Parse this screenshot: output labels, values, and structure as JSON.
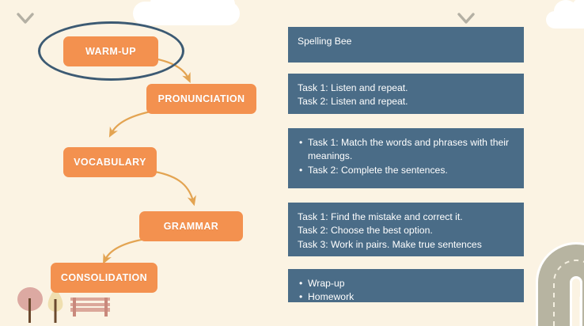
{
  "slide": {
    "background_color": "#fbf3e3",
    "accent_orange": "#f3914f",
    "accent_blue": "#4a6c87",
    "arrow_color": "#e3a452",
    "ellipse_color": "#3c5a73"
  },
  "chevrons": [
    {
      "name": "chevron-down-icon-left",
      "label": "chevron-down-icon"
    },
    {
      "name": "chevron-down-icon-right",
      "label": "chevron-down-icon"
    }
  ],
  "flow": {
    "highlighted_node": "WARM-UP",
    "nodes": [
      {
        "id": "warm-up",
        "label": "WARM-UP"
      },
      {
        "id": "pronunciation",
        "label": "PRONUNCIATION"
      },
      {
        "id": "vocabulary",
        "label": "VOCABULARY"
      },
      {
        "id": "grammar",
        "label": "GRAMMAR"
      },
      {
        "id": "consolidation",
        "label": "CONSOLIDATION"
      }
    ],
    "connectors": [
      {
        "from": "warm-up",
        "to": "pronunciation"
      },
      {
        "from": "pronunciation",
        "to": "vocabulary"
      },
      {
        "from": "vocabulary",
        "to": "grammar"
      },
      {
        "from": "grammar",
        "to": "consolidation"
      }
    ]
  },
  "panel": {
    "boxes": [
      {
        "id": "warm-up-content",
        "style": "plain",
        "lines": [
          "Spelling Bee"
        ]
      },
      {
        "id": "pronunciation-content",
        "style": "plain",
        "lines": [
          "Task 1: Listen and repeat.",
          "Task 2: Listen and repeat."
        ]
      },
      {
        "id": "vocabulary-content",
        "style": "bulleted",
        "lines": [
          "Task 1: Match the words and phrases with their meanings.",
          "Task 2: Complete the sentences."
        ]
      },
      {
        "id": "grammar-content",
        "style": "plain",
        "lines": [
          "Task 1: Find the mistake and correct it.",
          "Task 2: Choose the best option.",
          "Task 3: Work in pairs. Make true sentences"
        ]
      },
      {
        "id": "consolidation-content",
        "style": "bulleted",
        "lines": [
          "Wrap-up",
          "Homework"
        ]
      }
    ]
  },
  "decorations": [
    {
      "name": "cloud-top-center"
    },
    {
      "name": "cloud-top-right"
    },
    {
      "name": "tree-round-pink"
    },
    {
      "name": "tree-triangle-cream"
    },
    {
      "name": "park-bench"
    },
    {
      "name": "curved-road"
    }
  ]
}
